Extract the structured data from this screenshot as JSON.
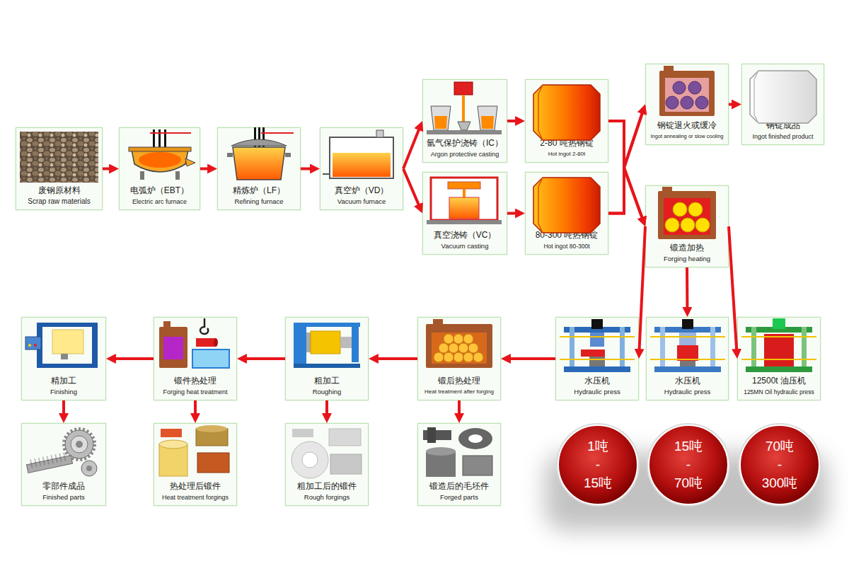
{
  "diagram": {
    "nodes": [
      {
        "text": [
          "废钢原材料",
          "Scrap raw materials"
        ]
      },
      {
        "text": [
          "电弧炉（EBT）",
          "Electric arc furnace"
        ]
      },
      {
        "text": [
          "精炼炉（LF）",
          "Refining furnace"
        ]
      },
      {
        "text": [
          "真空炉（VD）",
          "Vacuum furnace"
        ]
      },
      {
        "text": [
          "氩气保护浇铸（IC）",
          "Argon protective casting"
        ]
      },
      {
        "text": [
          "真空浇铸（VC）",
          "Vacuum casting"
        ]
      },
      {
        "text": [
          "2-80 吨热钢锭",
          "Hot ingot 2-80t"
        ]
      },
      {
        "text": [
          "80-300 吨热钢锭",
          "Hot ingot 80-300t"
        ]
      },
      {
        "text": [
          "钢锭退火或缓冷",
          "Ingot annealing or slow cooling"
        ]
      },
      {
        "text": [
          "钢锭成品",
          "Ingot finished product"
        ]
      },
      {
        "text": [
          "锻造加热",
          "Forging heating"
        ]
      },
      {
        "text": [
          "水压机",
          "Hydraulic press"
        ]
      },
      {
        "text": [
          "水压机",
          "Hydraulic press"
        ]
      },
      {
        "text": [
          "12500t 油压机",
          "125MN Oil hydraulic press"
        ]
      },
      {
        "text": [
          "锻后热处理",
          "Heat treatment after forging"
        ]
      },
      {
        "text": [
          "粗加工",
          "Roughing"
        ]
      },
      {
        "text": [
          "锻件热处理",
          "Forging heat treatment"
        ]
      },
      {
        "text": [
          "精加工",
          "Finishing"
        ]
      },
      {
        "text": [
          "零部件成品",
          "Finished parts"
        ]
      },
      {
        "text": [
          "热处理后锻件",
          "Heat treatment forgings"
        ]
      },
      {
        "text": [
          "粗加工后的锻件",
          "Rough forgings"
        ]
      },
      {
        "text": [
          "锻造后的毛坯件",
          "Forged parts"
        ]
      },
      {
        "text": [
          "1吨 - 15吨"
        ]
      },
      {
        "text": [
          "15吨 - 70吨"
        ]
      },
      {
        "text": [
          "70吨 - 300吨"
        ]
      }
    ],
    "edges": [
      {
        "from": 0,
        "to": 1,
        "arrow": "to"
      },
      {
        "from": 1,
        "to": 2,
        "arrow": "to"
      },
      {
        "from": 2,
        "to": 3,
        "arrow": "to"
      },
      {
        "from": 3,
        "to": 4,
        "arrow": "to"
      },
      {
        "from": 3,
        "to": 5,
        "arrow": "to"
      },
      {
        "from": 4,
        "to": 6,
        "arrow": "to"
      },
      {
        "from": 5,
        "to": 7,
        "arrow": "to"
      },
      {
        "from": 6,
        "to": 8,
        "arrow": "to"
      },
      {
        "from": 6,
        "to": 10,
        "arrow": "to"
      },
      {
        "from": 7,
        "to": 8,
        "arrow": "to"
      },
      {
        "from": 7,
        "to": 10,
        "arrow": "to"
      },
      {
        "from": 8,
        "to": 9,
        "arrow": "to"
      },
      {
        "from": 10,
        "to": 11,
        "arrow": "to"
      },
      {
        "from": 10,
        "to": 12,
        "arrow": "to"
      },
      {
        "from": 10,
        "to": 13,
        "arrow": "to"
      },
      {
        "from": 11,
        "to": 14,
        "arrow": "to"
      },
      {
        "from": 14,
        "to": 15,
        "arrow": "to"
      },
      {
        "from": 15,
        "to": 16,
        "arrow": "to"
      },
      {
        "from": 16,
        "to": 17,
        "arrow": "to"
      },
      {
        "from": 17,
        "to": 18,
        "arrow": "to"
      },
      {
        "from": 16,
        "to": 19,
        "arrow": "to"
      },
      {
        "from": 15,
        "to": 20,
        "arrow": "to"
      },
      {
        "from": 14,
        "to": 21,
        "arrow": "to"
      }
    ]
  }
}
